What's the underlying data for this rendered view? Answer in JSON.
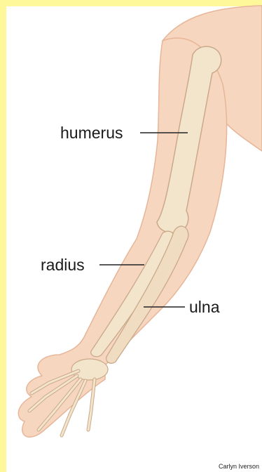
{
  "labels": {
    "humerus": "humerus",
    "radius": "radius",
    "ulna": "ulna"
  },
  "credit": "Carlyn Iverson",
  "colors": {
    "border": "#fff89a",
    "skin": "#f7d6bf",
    "skin_edge": "#e7b598",
    "bone": "#f3e4cc",
    "bone_edge": "#caa98a",
    "leader_line": "#222222"
  }
}
